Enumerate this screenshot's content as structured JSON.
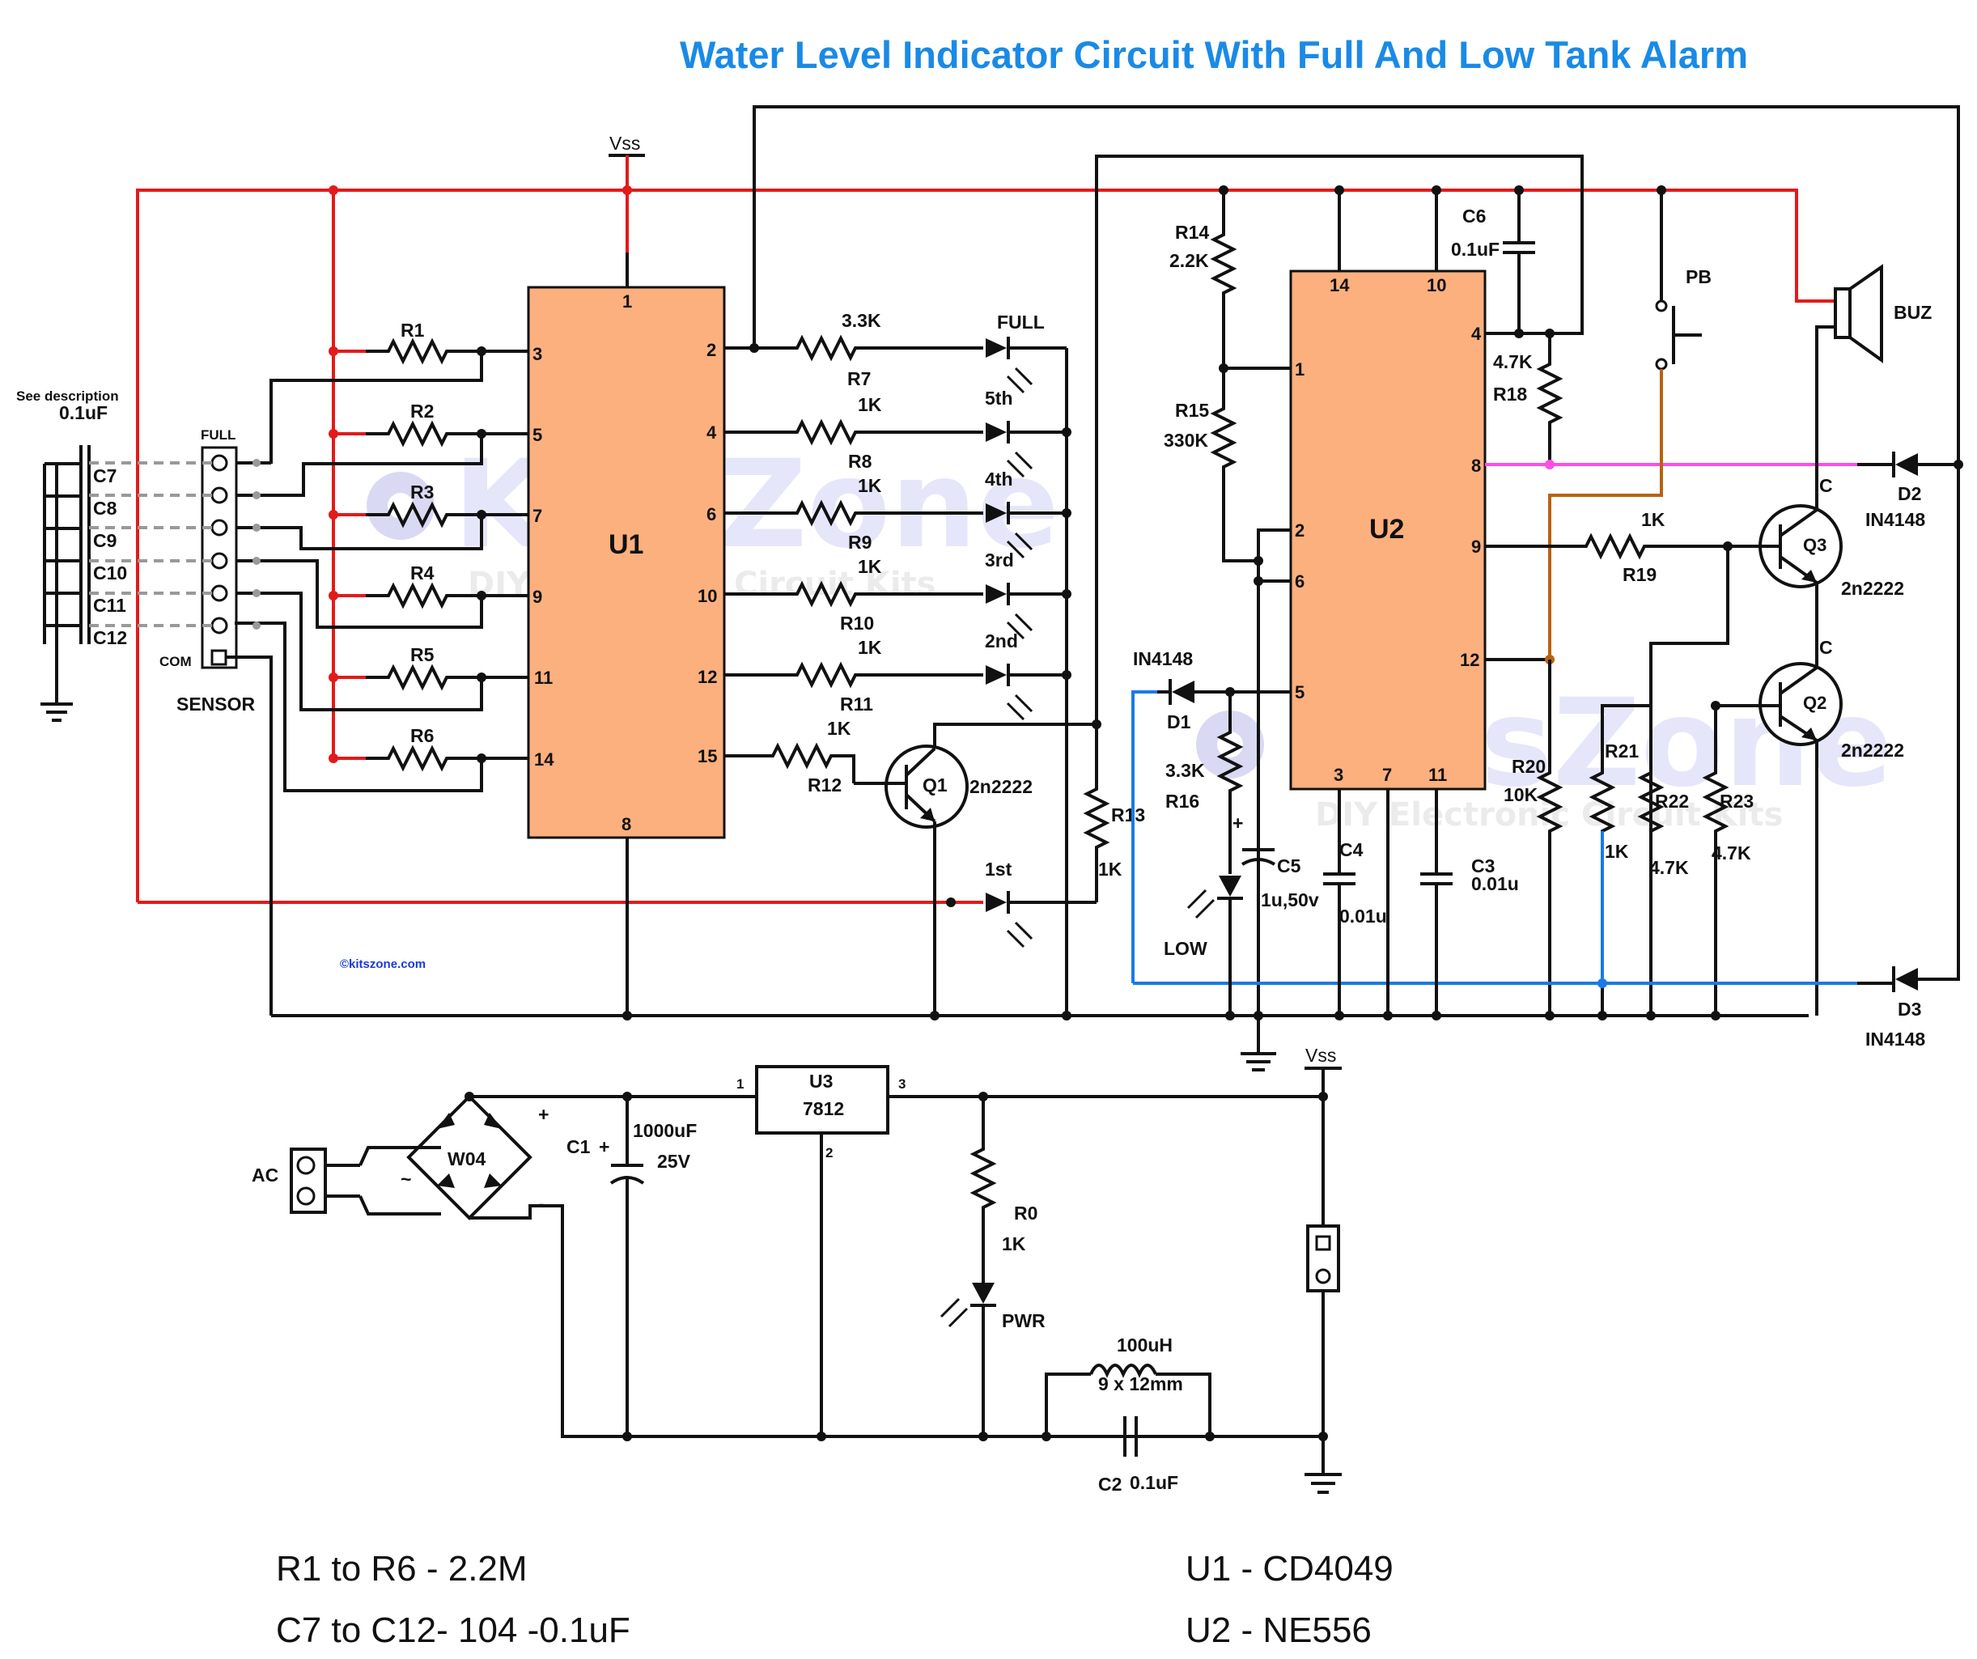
{
  "title": "Water Level Indicator Circuit With Full And Low Tank Alarm",
  "watermark": {
    "brand": "KitsZone",
    "tagline": "DIY Electronic Circuit Kits"
  },
  "copyright": "©kitszone.com",
  "power_labels": {
    "vss_top": "Vss",
    "vss_bottom": "Vss"
  },
  "chips": {
    "u1": {
      "name": "U1",
      "pins": [
        "1",
        "3",
        "5",
        "7",
        "9",
        "11",
        "14",
        "2",
        "4",
        "6",
        "10",
        "12",
        "15",
        "8"
      ]
    },
    "u2": {
      "name": "U2",
      "pins": [
        "14",
        "10",
        "4",
        "1",
        "8",
        "2",
        "6",
        "9",
        "12",
        "5",
        "3",
        "7",
        "11"
      ]
    },
    "u3": {
      "name": "U3",
      "part": "7812",
      "pins": [
        "1",
        "2",
        "3"
      ]
    }
  },
  "input_resistors": {
    "names": [
      "R1",
      "R2",
      "R3",
      "R4",
      "R5",
      "R6"
    ]
  },
  "led_resistors": [
    {
      "value": "3.3K",
      "name": "R7"
    },
    {
      "value": "1K",
      "name": "R8"
    },
    {
      "value": "1K",
      "name": "R9"
    },
    {
      "value": "1K",
      "name": "R10"
    },
    {
      "value": "1K",
      "name": "R11"
    },
    {
      "value": "1K",
      "name": "R12"
    }
  ],
  "leds": [
    "FULL",
    "5th",
    "4th",
    "3rd",
    "2nd",
    "1st"
  ],
  "q1": {
    "name": "Q1",
    "part": "2n2222"
  },
  "r13": {
    "name": "R13",
    "value": "1K"
  },
  "sensor": {
    "see_description": "See description",
    "cap_value": "0.1uF",
    "caps": [
      "C7",
      "C8",
      "C9",
      "C10",
      "C11",
      "C12"
    ],
    "full_label": "FULL",
    "com_label": "COM",
    "name": "SENSOR"
  },
  "u2_parts": {
    "r14": {
      "name": "R14",
      "value": "2.2K"
    },
    "r15": {
      "name": "R15",
      "value": "330K"
    },
    "c6": {
      "name": "C6",
      "value": "0.1uF"
    },
    "r18": {
      "value": "4.7K",
      "name": "R18"
    },
    "pb": "PB",
    "buz": "BUZ",
    "d2": {
      "name": "D2",
      "part": "IN4148"
    },
    "d3": {
      "name": "D3",
      "part": "IN4148"
    },
    "d1": {
      "name": "D1",
      "part": "IN4148"
    },
    "r16": {
      "value": "3.3K",
      "name": "R16"
    },
    "c5": {
      "name": "C5",
      "value": "1u,50v"
    },
    "low": "LOW",
    "c4": {
      "name": "C4",
      "value": "0.01u"
    },
    "c3": {
      "name": "C3",
      "value": "0.01u"
    },
    "r19": {
      "value": "1K",
      "name": "R19"
    },
    "q3": {
      "name": "Q3",
      "part": "2n2222",
      "c": "C"
    },
    "q2": {
      "name": "Q2",
      "part": "2n2222",
      "c": "C"
    },
    "r20": {
      "name": "R20",
      "value": "10K"
    },
    "r21": {
      "name": "R21",
      "value": "1K"
    },
    "r22": {
      "name": "R22",
      "value": "4.7K"
    },
    "r23": {
      "name": "R23",
      "value": "4.7K"
    }
  },
  "psu": {
    "ac": "AC",
    "bridge": "W04",
    "plus": "+",
    "minus": "-",
    "tilde": "~",
    "c1": {
      "name": "C1",
      "value": "1000uF",
      "voltage": "25V"
    },
    "r0": {
      "name": "R0",
      "value": "1K"
    },
    "pwr": "PWR",
    "inductor": {
      "value": "100uH",
      "size": "9 x 12mm"
    },
    "c2": {
      "name": "C2",
      "value": "0.1uF"
    }
  },
  "notes": [
    "R1 to R6 - 2.2M",
    "C7 to C12- 104 -0.1uF",
    "U1 - CD4049",
    "U2 - NE556"
  ]
}
